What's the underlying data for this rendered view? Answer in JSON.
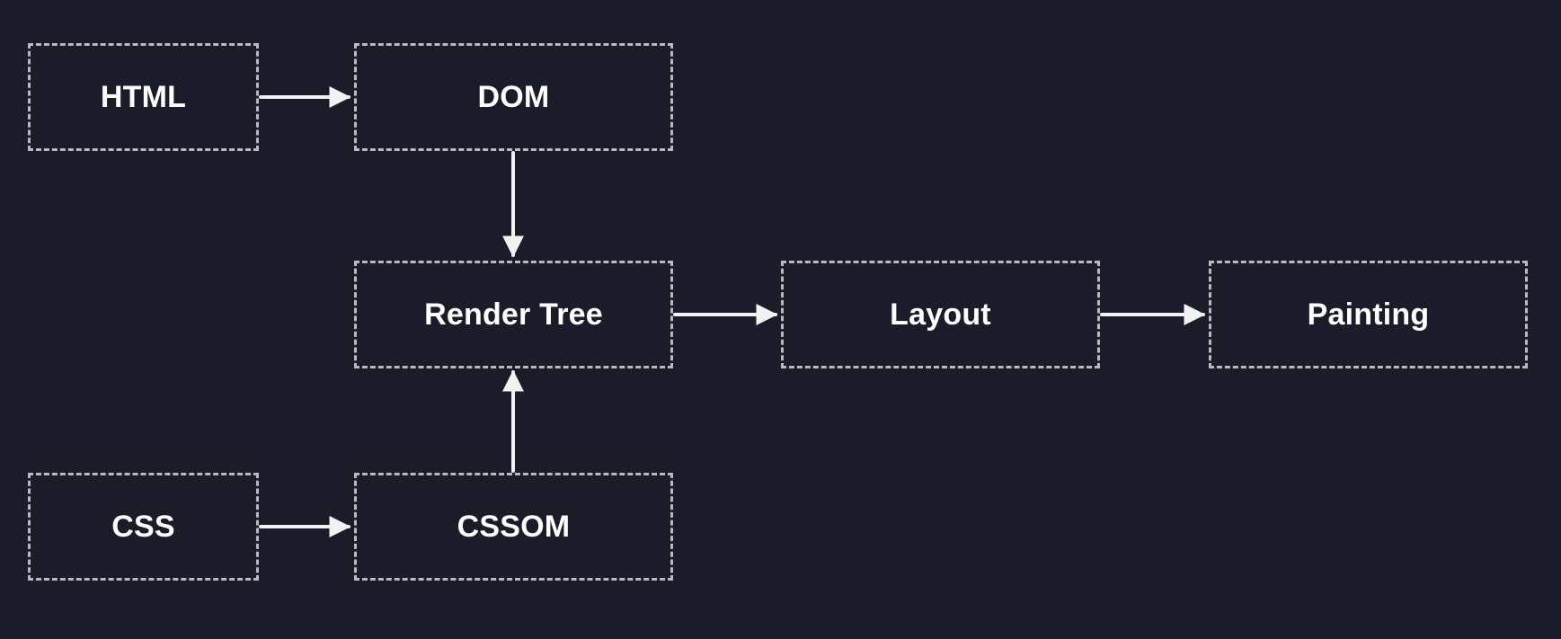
{
  "diagram": {
    "nodes": {
      "html": "HTML",
      "dom": "DOM",
      "render_tree": "Render Tree",
      "layout": "Layout",
      "painting": "Painting",
      "css": "CSS",
      "cssom": "CSSOM"
    },
    "edges": [
      {
        "from": "html",
        "to": "dom"
      },
      {
        "from": "dom",
        "to": "render_tree"
      },
      {
        "from": "cssom",
        "to": "render_tree"
      },
      {
        "from": "css",
        "to": "cssom"
      },
      {
        "from": "render_tree",
        "to": "layout"
      },
      {
        "from": "layout",
        "to": "painting"
      }
    ],
    "colors": {
      "background": "#1b1c29",
      "border": "#b9b9c2",
      "text": "#ffffff",
      "arrow": "#f2f2f2"
    }
  }
}
